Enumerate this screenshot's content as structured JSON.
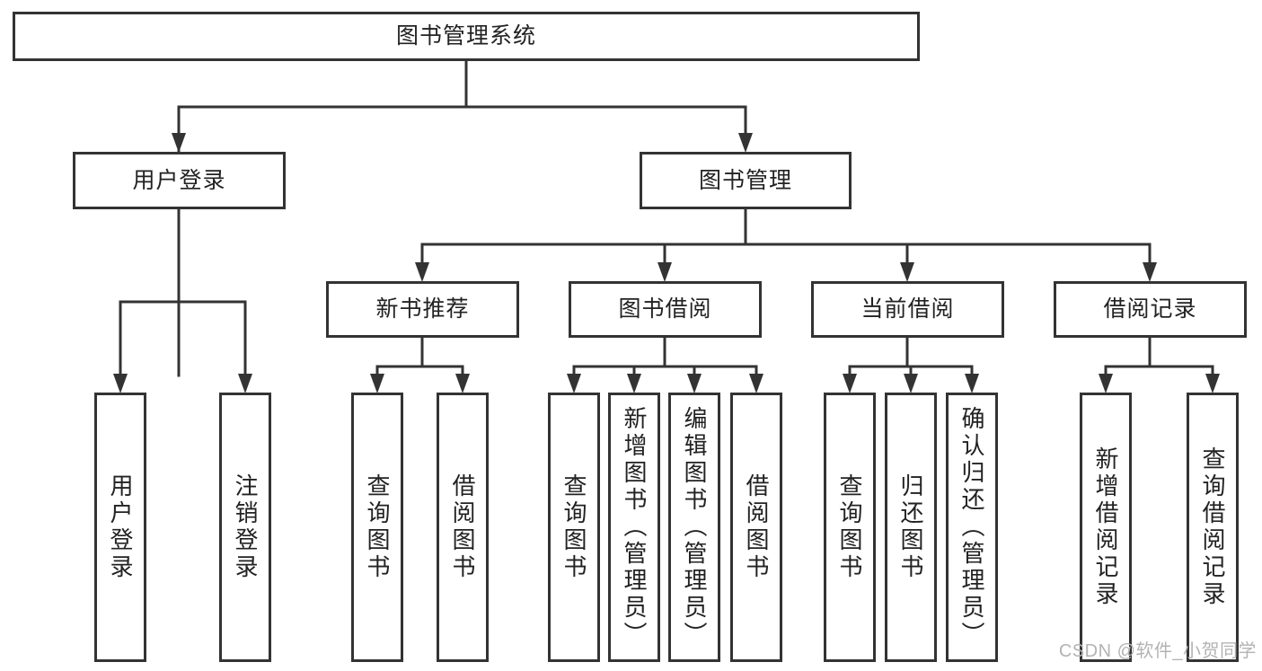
{
  "tree": {
    "root": {
      "label": "图书管理系统",
      "children": [
        {
          "label": "用户登录",
          "children": [
            {
              "label": "用户登录"
            },
            {
              "label": "注销登录"
            }
          ]
        },
        {
          "label": "图书管理",
          "children": [
            {
              "label": "新书推荐",
              "children": [
                {
                  "label": "查询图书"
                },
                {
                  "label": "借阅图书"
                }
              ]
            },
            {
              "label": "图书借阅",
              "children": [
                {
                  "label": "查询图书"
                },
                {
                  "label": "新增图书（管理员）"
                },
                {
                  "label": "编辑图书（管理员）"
                },
                {
                  "label": "借阅图书"
                }
              ]
            },
            {
              "label": "当前借阅",
              "children": [
                {
                  "label": "查询图书"
                },
                {
                  "label": "归还图书"
                },
                {
                  "label": "确认归还（管理员）"
                }
              ]
            },
            {
              "label": "借阅记录",
              "children": [
                {
                  "label": "新增借阅记录"
                },
                {
                  "label": "查询借阅记录"
                }
              ]
            }
          ]
        }
      ]
    }
  },
  "watermark": {
    "text": "CSDN @软件_小贺同学"
  },
  "colors": {
    "line": "#333333",
    "text": "#222222",
    "watermark": "#b3b3b3",
    "bg": "#ffffff"
  }
}
